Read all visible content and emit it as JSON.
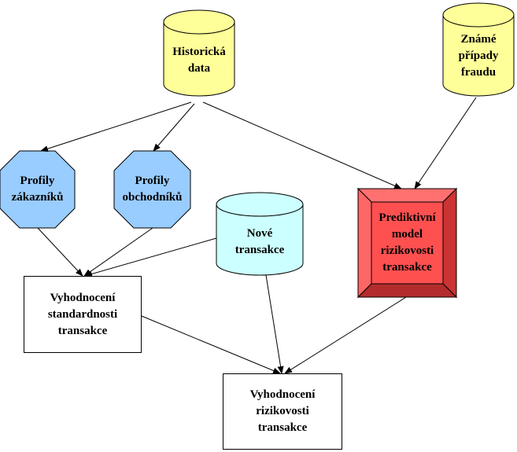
{
  "nodes": {
    "historicka_data": {
      "label": "Historická\ndata",
      "color": "#ffff99"
    },
    "zname_pripady": {
      "label": "Známé\npřípady\nfraudu",
      "color": "#ffff99"
    },
    "profily_zakazniku": {
      "label": "Profily\nzákazníků",
      "color": "#99ccff"
    },
    "profily_obchodniku": {
      "label": "Profily\nobchodníků",
      "color": "#99ccff"
    },
    "nove_transakce": {
      "label": "Nové\ntransakce",
      "color": "#ccffff"
    },
    "prediktivni_model": {
      "label": "Prediktivní\nmodel\nrizikovosti\ntransakce",
      "color": "#ff5050"
    },
    "vyhodnoceni_standardnosti": {
      "label": "Vyhodnocení\nstandardnosti\ntransakce",
      "color": "#ffffff"
    },
    "vyhodnoceni_rizikovosti": {
      "label": "Vyhodnocení\nrizikovosti\ntransakce",
      "color": "#ffffff"
    }
  },
  "edges": [
    {
      "from": "historicka_data",
      "to": "profily_zakazniku"
    },
    {
      "from": "historicka_data",
      "to": "profily_obchodniku"
    },
    {
      "from": "historicka_data",
      "to": "prediktivni_model"
    },
    {
      "from": "zname_pripady",
      "to": "prediktivni_model"
    },
    {
      "from": "profily_zakazniku",
      "to": "vyhodnoceni_standardnosti"
    },
    {
      "from": "profily_obchodniku",
      "to": "vyhodnoceni_standardnosti"
    },
    {
      "from": "nove_transakce",
      "to": "vyhodnoceni_standardnosti"
    },
    {
      "from": "nove_transakce",
      "to": "vyhodnoceni_rizikovosti"
    },
    {
      "from": "vyhodnoceni_standardnosti",
      "to": "vyhodnoceni_rizikovosti"
    },
    {
      "from": "prediktivni_model",
      "to": "vyhodnoceni_rizikovosti"
    }
  ]
}
